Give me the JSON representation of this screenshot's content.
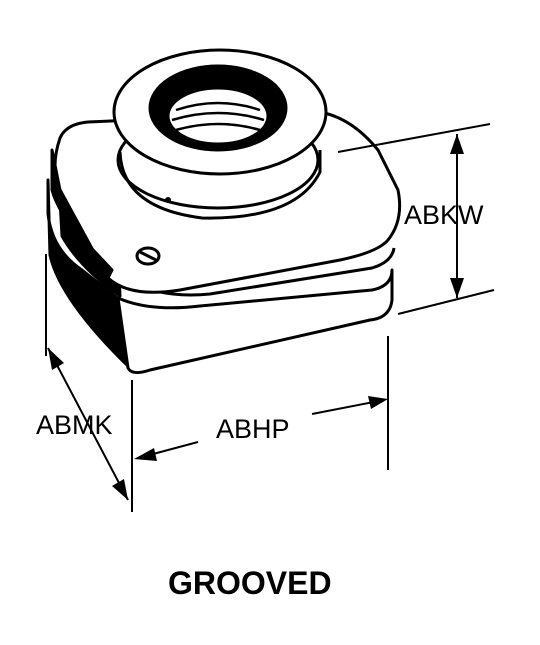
{
  "figure": {
    "caption": "GROOVED",
    "dimensions": {
      "width_label": "ABHP",
      "depth_label": "ABMK",
      "height_label": "ABKW"
    },
    "colors": {
      "ink": "#000000",
      "paper": "#ffffff",
      "body": "#ffffff",
      "shade": "#000000"
    }
  }
}
